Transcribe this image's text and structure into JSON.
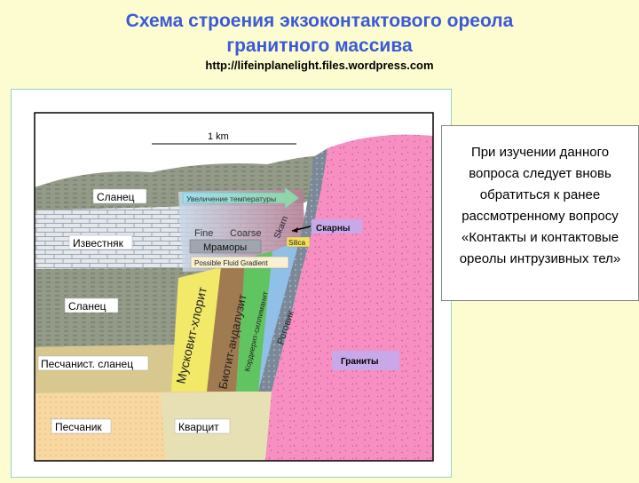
{
  "title_line1": "Схема строения экзоконтактового ореола",
  "title_line2": "гранитного массива",
  "url": "http://lifeinplanelight.files.wordpress.com",
  "note": "При изучении данного вопроса следует вновь обратиться к ранее рассмотренному вопросу «Контакты и контактовые ореолы интрузивных тел»",
  "diagram": {
    "scale_label": "1 km",
    "layers": {
      "shale_top": "Сланец",
      "limestone": "Известняк",
      "shale_mid": "Сланец",
      "sandstone_shale": "Песчанист. сланец",
      "sandstone": "Песчаник",
      "quartzite": "Кварцит",
      "granites": "Граниты"
    },
    "labels": {
      "temp_increase": "Увеличение температуры",
      "fine": "Fine",
      "coarse": "Coarse",
      "marbles": "Мраморы",
      "fluid_gradient": "Possible Fluid Gradient",
      "skarn": "Skarn",
      "skarns_ru": "Скарны",
      "silica": "Silica",
      "zone_muscovite": "Мусковит-хлорит",
      "zone_biotite": "Биотит-андалузит",
      "zone_cordierite": "Кордиерит-силлиманит",
      "zone_hornfels": "Роговик"
    }
  },
  "colors": {
    "title": "#3a5ad8",
    "granite": "#f78fc2",
    "background": "#fdfcd0"
  }
}
